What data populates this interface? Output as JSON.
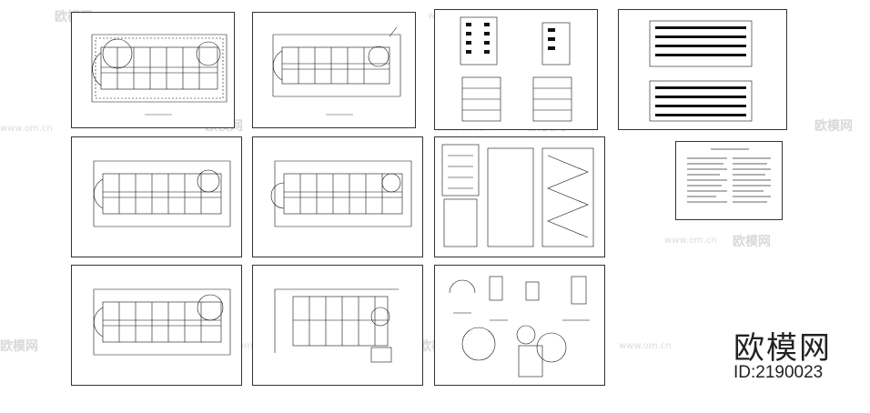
{
  "watermark": {
    "brand": "欧模网",
    "url": "www.om.cn"
  },
  "badge": {
    "brand": "欧模网",
    "id_text": "ID:2190023"
  },
  "sheets": [
    {
      "id": "plan-1",
      "kind": "plan"
    },
    {
      "id": "plan-2",
      "kind": "plan"
    },
    {
      "id": "elevations-a",
      "kind": "elevation"
    },
    {
      "id": "elevations-b",
      "kind": "elevation"
    },
    {
      "id": "plan-3",
      "kind": "plan"
    },
    {
      "id": "plan-4",
      "kind": "plan"
    },
    {
      "id": "stairs",
      "kind": "stair"
    },
    {
      "id": "notes",
      "kind": "notes"
    },
    {
      "id": "plan-5",
      "kind": "plan"
    },
    {
      "id": "roof-plan",
      "kind": "roof"
    },
    {
      "id": "details",
      "kind": "details"
    }
  ]
}
